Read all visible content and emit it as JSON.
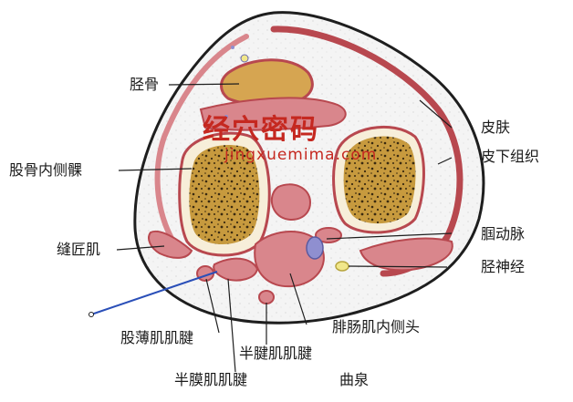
{
  "labels": {
    "tibia": "胫骨",
    "femur_medial_condyle": "股骨内侧髁",
    "sartorius": "缝匠肌",
    "gracilis_tendon": "股薄肌肌腱",
    "semimembranosus_tendon": "半膜肌肌腱",
    "semitendinosus_tendon": "半腱肌肌腱",
    "gastrocnemius_medial_head": "腓肠肌内侧头",
    "acupoint": "曲泉",
    "skin": "皮肤",
    "subcutaneous": "皮下组织",
    "popliteal_artery": "腘动脉",
    "tibial_nerve": "胫神经"
  },
  "watermark": {
    "brand": "经穴密码",
    "url": "jingxuemima.com"
  },
  "colors": {
    "outline": "#1e1e1e",
    "muscle": "#d9868c",
    "muscle_stroke": "#b8484f",
    "bone_cortex": "#f7eed9",
    "bone_marrow": "#c79a3e",
    "tibia_top": "#d6a551",
    "subcutaneous": "#f3f3f3",
    "artery": "#8f8fd0",
    "nerve": "#f1e78a",
    "needle": "#2a4fb8",
    "watermark": "#c52820"
  }
}
